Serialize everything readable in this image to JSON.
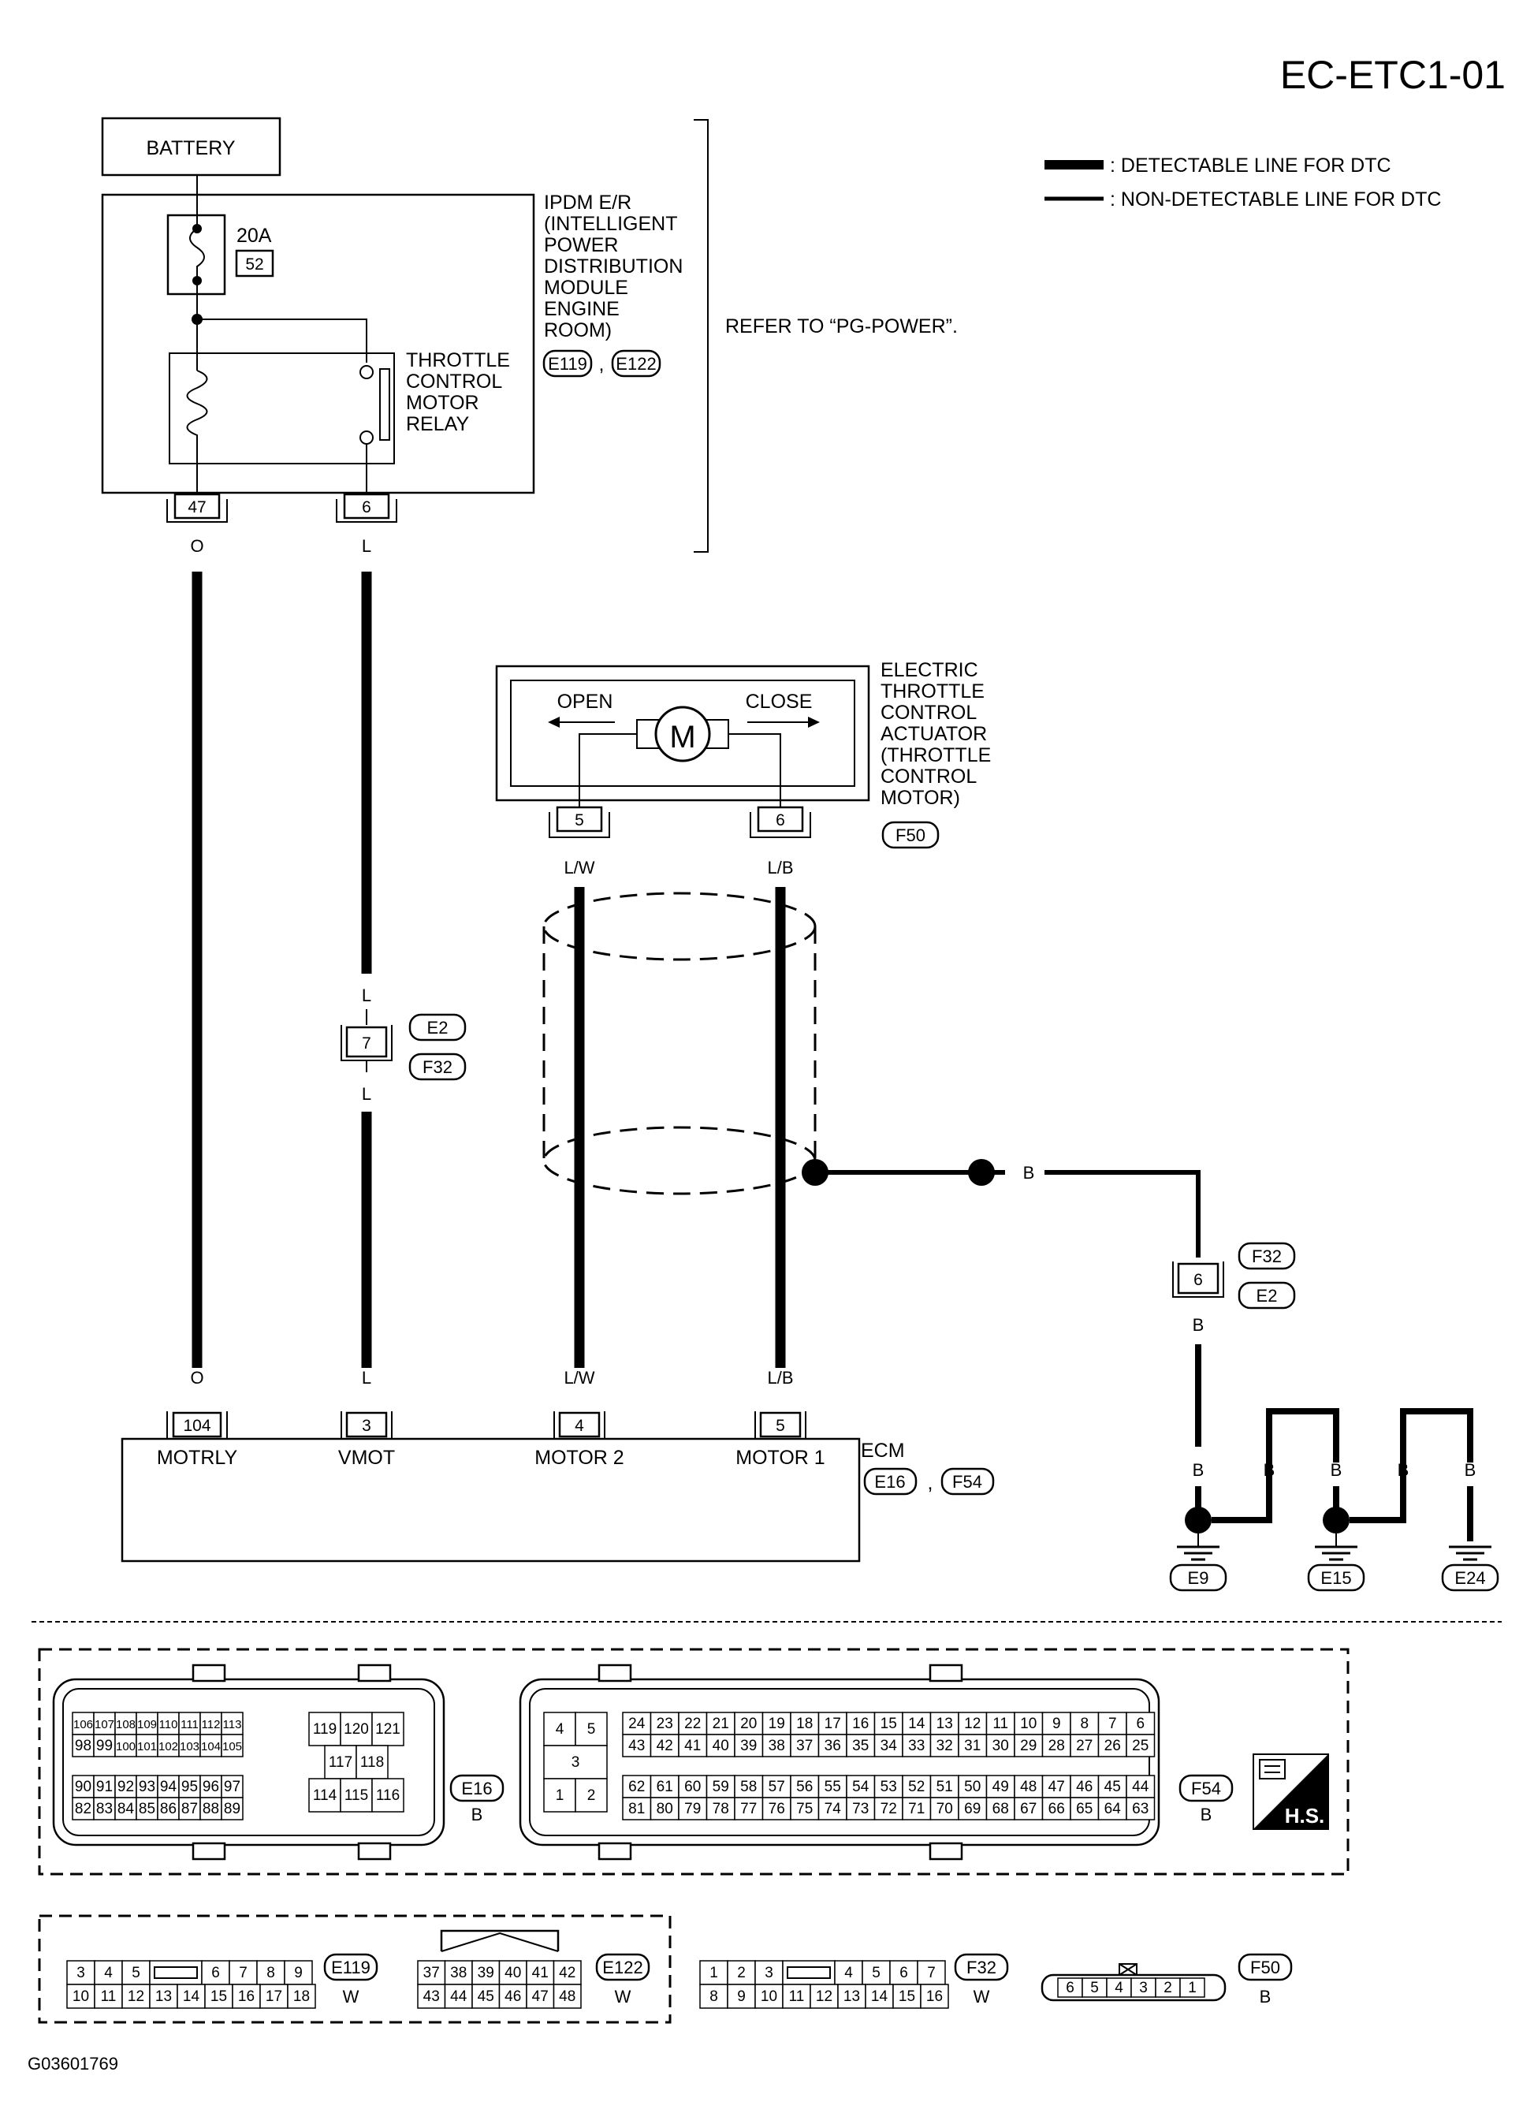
{
  "diagram_id": "EC-ETC1-01",
  "figure_code": "G03601769",
  "legend": {
    "detectable": ": DETECTABLE LINE FOR DTC",
    "non_detectable": ": NON-DETECTABLE LINE FOR DTC"
  },
  "battery": "BATTERY",
  "fuse": {
    "rating": "20A",
    "number": "52"
  },
  "ipdm": {
    "lines": [
      "IPDM E/R",
      "(INTELLIGENT",
      "POWER",
      "DISTRIBUTION",
      "MODULE",
      "ENGINE",
      "ROOM)"
    ],
    "connectors": [
      "E119",
      "E122"
    ],
    "separator": ","
  },
  "refer": "REFER TO “PG-POWER”.",
  "relay": {
    "lines": [
      "THROTTLE",
      "CONTROL",
      "MOTOR",
      "RELAY"
    ]
  },
  "ipdm_pins": [
    "47",
    "6"
  ],
  "wire_colors": {
    "motrly": "O",
    "vmot": "L",
    "motor2": "L/W",
    "motor1": "L/B",
    "ground": "B"
  },
  "joint_connector": {
    "pin": "7",
    "connectors": [
      "E2",
      "F32"
    ]
  },
  "actuator": {
    "lines": [
      "ELECTRIC",
      "THROTTLE",
      "CONTROL",
      "ACTUATOR",
      "(THROTTLE",
      "CONTROL",
      "MOTOR)"
    ],
    "open": "OPEN",
    "close": "CLOSE",
    "motor_symbol": "M",
    "pins": [
      "5",
      "6"
    ],
    "connector": "F50"
  },
  "ground_joint": {
    "pin": "6",
    "connectors": [
      "F32",
      "E2"
    ]
  },
  "ecm": {
    "label": "ECM",
    "connectors": [
      "E16",
      "F54"
    ],
    "separator": ",",
    "terminals": [
      {
        "pin": "104",
        "name": "MOTRLY"
      },
      {
        "pin": "3",
        "name": "VMOT"
      },
      {
        "pin": "4",
        "name": "MOTOR 2"
      },
      {
        "pin": "5",
        "name": "MOTOR 1"
      }
    ]
  },
  "grounds": [
    "E9",
    "E15",
    "E24"
  ],
  "connector_views": {
    "e16": {
      "id": "E16",
      "color": "B",
      "left_rows": [
        [
          "106",
          "107",
          "108",
          "109",
          "110",
          "111",
          "112",
          "113"
        ],
        [
          "98",
          "99",
          "100",
          "101",
          "102",
          "103",
          "104",
          "105"
        ],
        [
          "90",
          "91",
          "92",
          "93",
          "94",
          "95",
          "96",
          "97"
        ],
        [
          "82",
          "83",
          "84",
          "85",
          "86",
          "87",
          "88",
          "89"
        ]
      ],
      "right_rows": [
        [
          "119",
          "120",
          "121"
        ],
        [
          "117",
          "118"
        ],
        [
          "114",
          "115",
          "116"
        ]
      ]
    },
    "f54": {
      "id": "F54",
      "color": "B",
      "left_block": [
        [
          "4",
          "5"
        ],
        [
          "3"
        ],
        [
          "1",
          "2"
        ]
      ],
      "rows": [
        [
          "24",
          "23",
          "22",
          "21",
          "20",
          "19",
          "18",
          "17",
          "16",
          "15",
          "14",
          "13",
          "12",
          "11",
          "10",
          "9",
          "8",
          "7",
          "6"
        ],
        [
          "43",
          "42",
          "41",
          "40",
          "39",
          "38",
          "37",
          "36",
          "35",
          "34",
          "33",
          "32",
          "31",
          "30",
          "29",
          "28",
          "27",
          "26",
          "25"
        ],
        [
          "62",
          "61",
          "60",
          "59",
          "58",
          "57",
          "56",
          "55",
          "54",
          "53",
          "52",
          "51",
          "50",
          "49",
          "48",
          "47",
          "46",
          "45",
          "44"
        ],
        [
          "81",
          "80",
          "79",
          "78",
          "77",
          "76",
          "75",
          "74",
          "73",
          "72",
          "71",
          "70",
          "69",
          "68",
          "67",
          "66",
          "65",
          "64",
          "63"
        ]
      ]
    },
    "hs_badge": "H.S.",
    "e119": {
      "id": "E119",
      "color": "W",
      "top": [
        "3",
        "4",
        "5",
        "",
        "6",
        "7",
        "8",
        "9"
      ],
      "bottom": [
        "10",
        "11",
        "12",
        "13",
        "14",
        "15",
        "16",
        "17",
        "18"
      ]
    },
    "e122": {
      "id": "E122",
      "color": "W",
      "top": [
        "37",
        "38",
        "39",
        "40",
        "41",
        "42"
      ],
      "bottom": [
        "43",
        "44",
        "45",
        "46",
        "47",
        "48"
      ]
    },
    "f32": {
      "id": "F32",
      "color": "W",
      "top": [
        "1",
        "2",
        "3",
        "",
        "4",
        "5",
        "6",
        "7"
      ],
      "bottom": [
        "8",
        "9",
        "10",
        "11",
        "12",
        "13",
        "14",
        "15",
        "16"
      ]
    },
    "f50": {
      "id": "F50",
      "color": "B",
      "pins": [
        "6",
        "5",
        "4",
        "3",
        "2",
        "1"
      ]
    }
  }
}
